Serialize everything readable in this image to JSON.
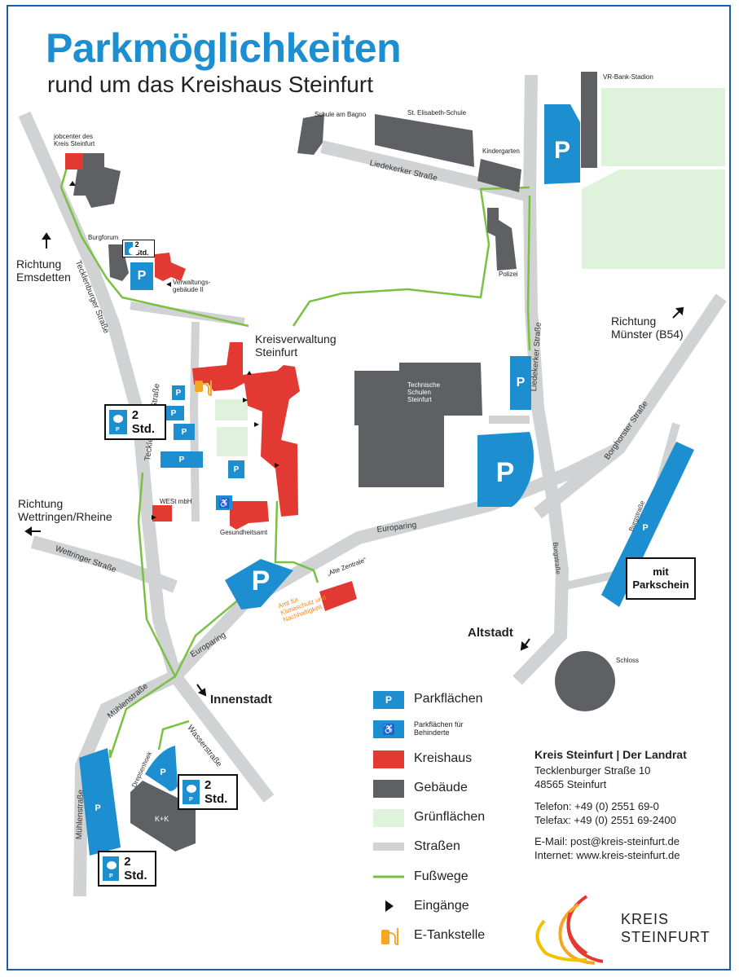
{
  "title": "Parkmöglichkeiten",
  "subtitle": "rund um das Kreishaus Steinfurt",
  "colors": {
    "frame": "#1f5fa8",
    "parking": "#1d8fd0",
    "kreishaus": "#e23a33",
    "building": "#5e6064",
    "green": "#dff3dc",
    "street": "#d0d2d3",
    "footpath": "#7ac143",
    "title": "#1d8fd0"
  },
  "labels": {
    "jobcenter": "jobcenter des Kreis Steinfurt",
    "burgforum": "Burgforum",
    "verwaltungsgebaeude": "Verwaltungs- gebäude II",
    "kreisverwaltung": "Kreisverwaltung Steinfurt",
    "schule_bagno": "Schule am Bagno",
    "elisabeth": "St. Elisabeth-Schule",
    "kindergarten": "Kindergarten",
    "polizei": "Polizei",
    "stadion": "VR-Bank-Stadion",
    "technische_schulen": "Technische Schulen Steinfurt",
    "west": "WESt mbH",
    "gesundheitsamt": "Gesundheitsamt",
    "alte_zentrale": "„Alte Zentrale\"",
    "klimaschutz": "Amt für Klimaschutz und Nachhaltigkeit",
    "schloss": "Schloss",
    "kk": "K+K",
    "altstadt": "Altstadt",
    "innenstadt": "Innenstadt",
    "richtung_emsdetten": "Richtung Emsdetten",
    "richtung_muenster": "Richtung Münster (B54)",
    "richtung_wettringen": "Richtung Wettringen/Rheine",
    "p": "P"
  },
  "streets": {
    "tecklenburger_top": "Tecklenburger Straße",
    "tecklenburger_mid": "Tecklenburger Straße",
    "liedekerker_top": "Liedekerker Straße",
    "liedekerker_right": "Liedekerker Straße",
    "europaring_top": "Europaring",
    "europaring_bottom": "Europaring",
    "borghorster": "Borghorster Straße",
    "burgstrasse": "Burgstraße",
    "burgstrasse2": "Burgstraße",
    "wettringer": "Wettringer Straße",
    "muehlen_top": "Mühlenstraße",
    "muehlen_left": "Mühlenstraße",
    "wasser": "Wasserstraße",
    "drepsenhoek": "Drepsenhoek"
  },
  "signs": {
    "two_hours": "2 Std.",
    "parkschein": "mit Parkschein"
  },
  "legend": [
    {
      "key": "parkflaechen",
      "label": "Parkflächen",
      "icon": "parking-icon"
    },
    {
      "key": "behinderte",
      "label": "Parkflächen für Behinderte",
      "icon": "wheelchair-icon"
    },
    {
      "key": "kreishaus",
      "label": "Kreishaus",
      "icon": "red-swatch"
    },
    {
      "key": "gebaeude",
      "label": "Gebäude",
      "icon": "grey-swatch"
    },
    {
      "key": "gruenflaechen",
      "label": "Grünflächen",
      "icon": "green-swatch"
    },
    {
      "key": "strassen",
      "label": "Straßen",
      "icon": "street-swatch"
    },
    {
      "key": "fusswege",
      "label": "Fußwege",
      "icon": "footpath-line"
    },
    {
      "key": "eingaenge",
      "label": "Eingänge",
      "icon": "entrance-triangle-icon"
    },
    {
      "key": "etankstelle",
      "label": "E-Tankstelle",
      "icon": "ev-charger-icon"
    }
  ],
  "contact": {
    "org": "Kreis Steinfurt | Der Landrat",
    "street": "Tecklenburger Straße 10",
    "city": "48565 Steinfurt",
    "phone": "Telefon: +49 (0) 2551 69-0",
    "fax": "Telefax: +49 (0) 2551 69-2400",
    "email": "E-Mail: post@kreis-steinfurt.de",
    "web": "Internet: www.kreis-steinfurt.de"
  },
  "logo": {
    "line1": "KREIS",
    "line2": "STEINFURT"
  }
}
